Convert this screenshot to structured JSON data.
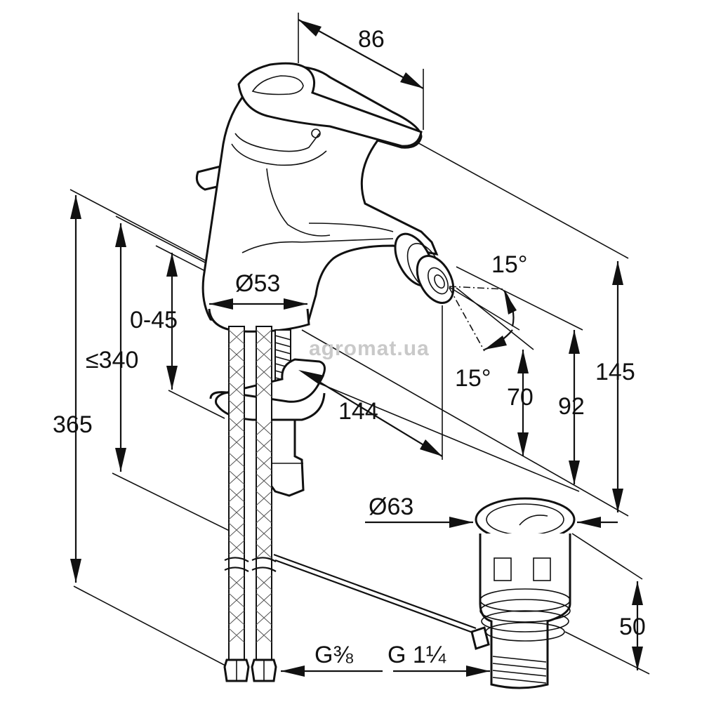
{
  "diagram": {
    "dimensions": {
      "spout_length": "86",
      "deck_diameter": "Ø53",
      "deck_thickness": "0-45",
      "max_height": "≤340",
      "total_height": "365",
      "projection": "144",
      "aerator_height": "70",
      "spout_height": "92",
      "overall_height": "145",
      "tilt_up": "15°",
      "tilt_down": "15°",
      "waste_diameter": "Ø63",
      "waste_height": "50",
      "hose_thread": "G⅜",
      "waste_thread": "G 1¼"
    },
    "watermark": "agromat.ua"
  }
}
